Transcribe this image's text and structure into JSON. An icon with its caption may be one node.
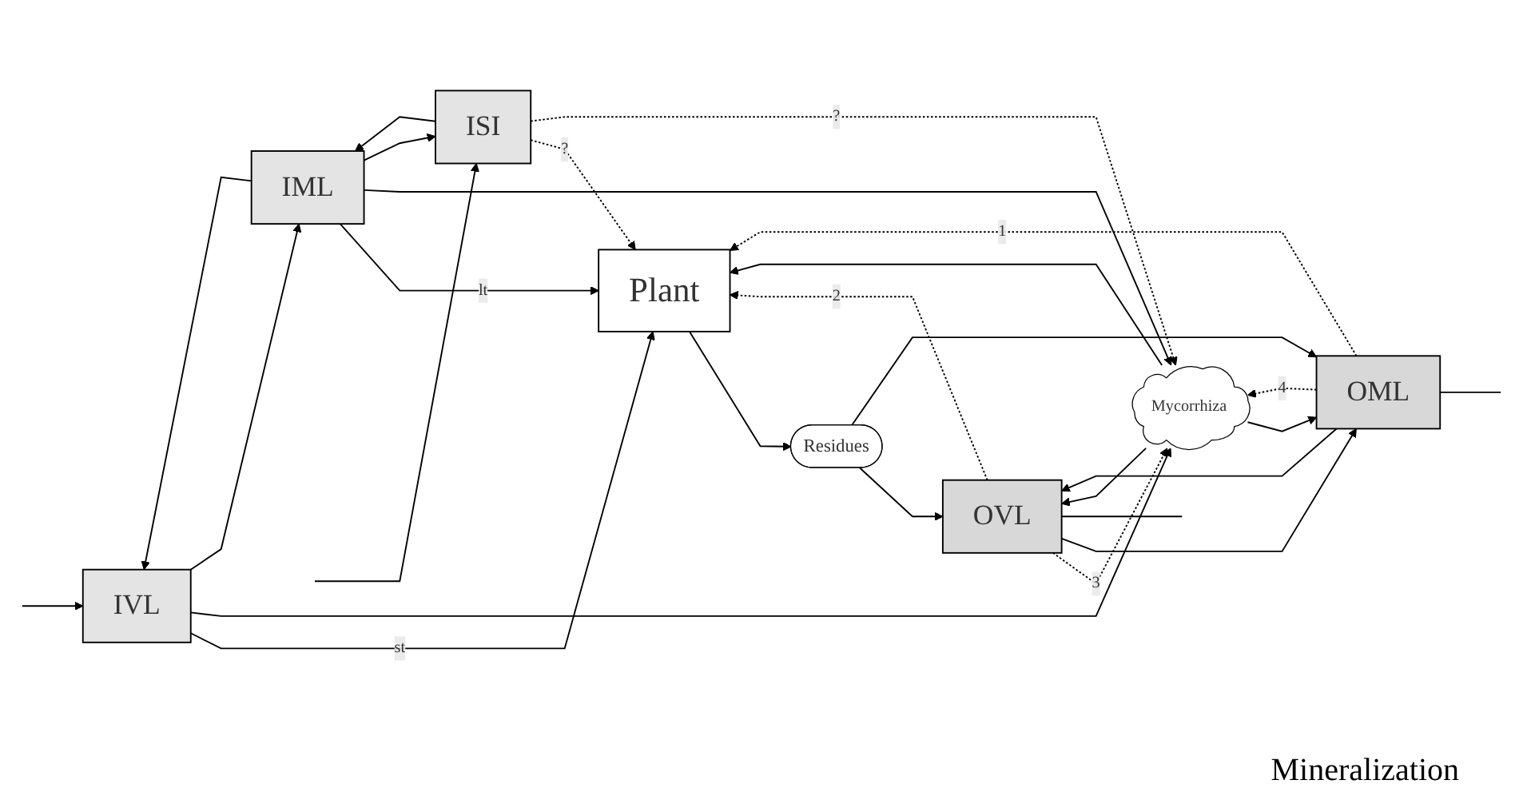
{
  "diagram": {
    "nodes": [
      {
        "text": [
          "Plant"
        ]
      },
      {
        "text": [
          "Residues"
        ]
      },
      {
        "text": [
          "IVL"
        ]
      },
      {
        "text": [
          "IML"
        ]
      },
      {
        "text": [
          "ISI"
        ]
      },
      {
        "text": [
          "Mycorrhiza"
        ]
      },
      {
        "text": [
          "OVL"
        ]
      },
      {
        "text": [
          "OML"
        ]
      }
    ],
    "edges": [
      {
        "from": 0,
        "to": 1,
        "arrow": "to"
      },
      {
        "from": 1,
        "to": 6,
        "arrow": "to"
      },
      {
        "from": 1,
        "to": 7,
        "arrow": "to"
      },
      {
        "from": 2,
        "to": 0,
        "arrow": "to",
        "label": "st"
      },
      {
        "from": 3,
        "to": 0,
        "arrow": "to",
        "label": "lt"
      },
      {
        "from": 4,
        "to": 0,
        "arrow": "to",
        "label": "?",
        "style": "dashed"
      },
      {
        "from": 2,
        "to": 5,
        "arrow": "to"
      },
      {
        "from": 3,
        "to": 5,
        "arrow": "to"
      },
      {
        "from": 4,
        "to": 5,
        "arrow": "to",
        "label": "?",
        "style": "dashed"
      },
      {
        "from": 5,
        "to": 0,
        "arrow": "to"
      },
      {
        "from": 6,
        "to": 0,
        "arrow": "to",
        "label": "2",
        "style": "dashed"
      },
      {
        "from": 7,
        "to": 0,
        "arrow": "to",
        "label": "1",
        "style": "dashed"
      },
      {
        "from": 5,
        "to": 6,
        "arrow": "to"
      },
      {
        "from": 6,
        "to": 5,
        "arrow": "to",
        "label": "3",
        "style": "dashed"
      },
      {
        "from": 7,
        "to": 5,
        "arrow": "to",
        "label": "4",
        "style": "dashed"
      },
      {
        "from": 5,
        "to": 7,
        "arrow": "to"
      },
      {
        "from": 2,
        "to": 3,
        "arrow": "to"
      },
      {
        "from": 3,
        "to": 2,
        "arrow": "to"
      },
      {
        "from": 3,
        "to": 4,
        "arrow": "to"
      },
      {
        "from": 4,
        "to": 3,
        "arrow": "to"
      },
      {
        "from": 6,
        "to": 7,
        "arrow": "to"
      },
      {
        "from": 7,
        "to": 6,
        "arrow": "to"
      },
      {
        "from": 6,
        "to": null,
        "arrow": "none"
      },
      {
        "from": 7,
        "to": null,
        "arrow": "none"
      },
      {
        "from": null,
        "to": 2,
        "arrow": "to"
      },
      {
        "from": null,
        "to": 4,
        "arrow": "to"
      }
    ],
    "labels": [
      "Mineralization"
    ]
  }
}
